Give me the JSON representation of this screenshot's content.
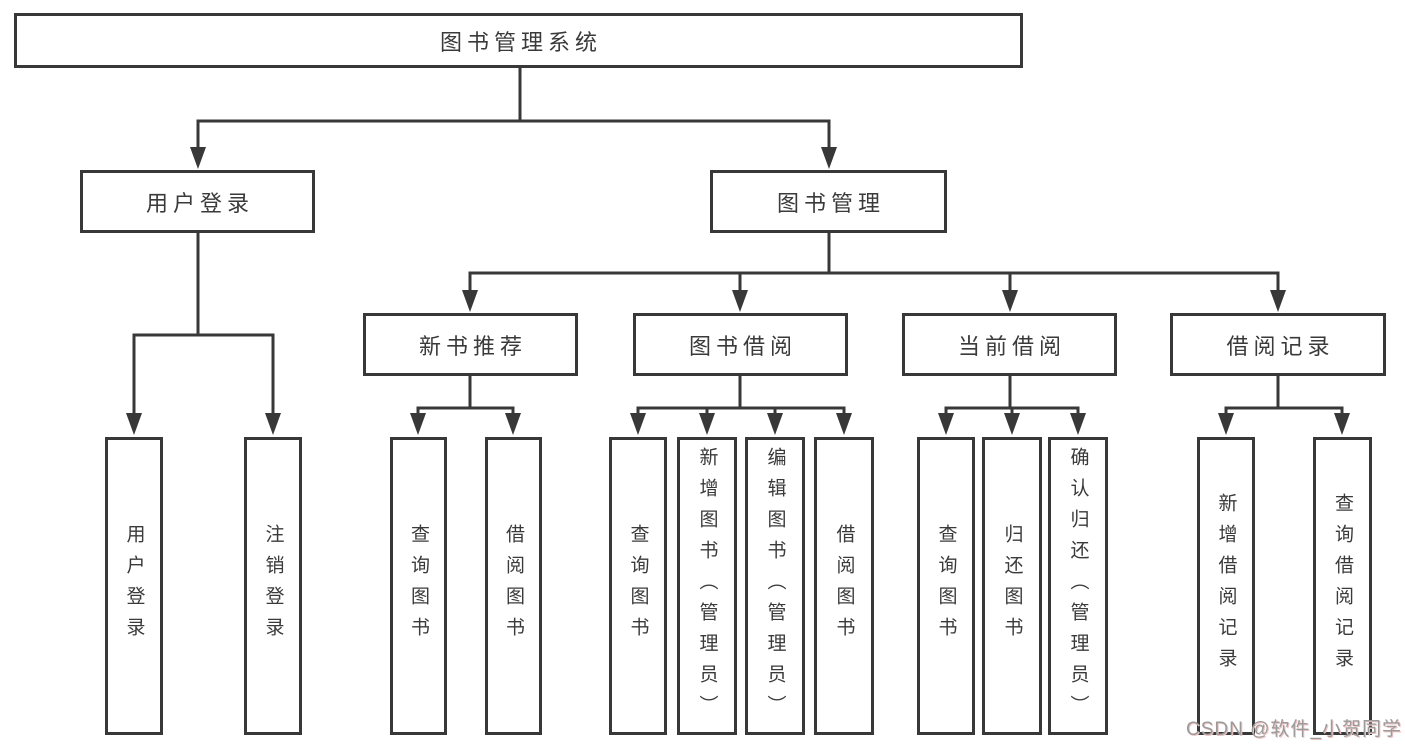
{
  "diagram_title": "图书管理系统",
  "nodes": {
    "root": "图书管理系统",
    "user_login": "用户登录",
    "book_mgmt": "图书管理",
    "new_book_rec": "新书推荐",
    "book_borrow": "图书借阅",
    "current_borrow": "当前借阅",
    "borrow_record": "借阅记录",
    "leaf_user_login": "用户登录",
    "leaf_logout": "注销登录",
    "leaf_nbr_query": "查询图书",
    "leaf_nbr_borrow": "借阅图书",
    "leaf_bb_query": "查询图书",
    "leaf_bb_add": "新增图书（管理员）",
    "leaf_bb_edit": "编辑图书（管理员）",
    "leaf_bb_borrow": "借阅图书",
    "leaf_cb_query": "查询图书",
    "leaf_cb_return": "归还图书",
    "leaf_cb_confirm": "确认归还（管理员）",
    "leaf_br_add": "新增借阅记录",
    "leaf_br_query": "查询借阅记录"
  },
  "watermark": "CSDN @软件_小贺同学",
  "colors": {
    "line": "#383838",
    "text": "#3a3a3a",
    "watermark": "#9b9b9b",
    "background": "#ffffff"
  }
}
